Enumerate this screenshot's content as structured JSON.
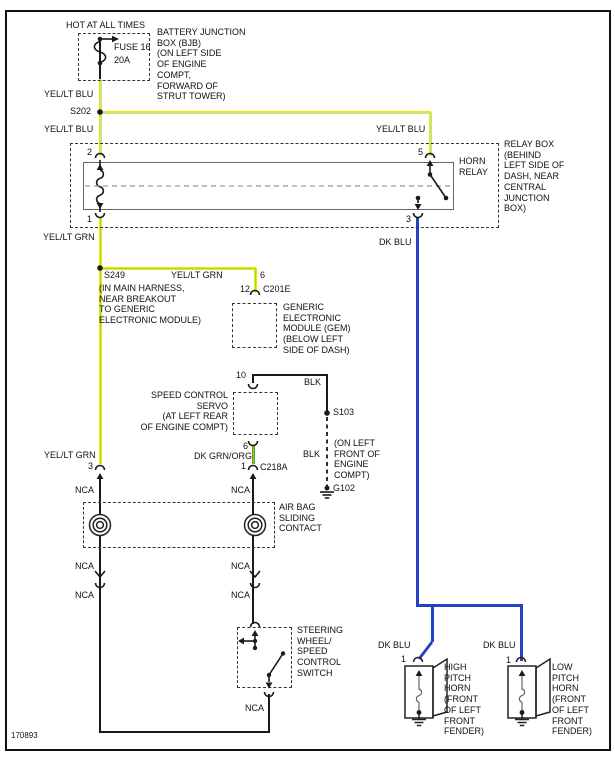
{
  "diagram_id": "170893",
  "colors": {
    "yellow": "#eee800",
    "lt_blu": "#9fe4ef",
    "lt_grn": "#9ade4a",
    "dk_grn": "#35b535",
    "orange": "#f59a00",
    "dk_blu": "#2443c4",
    "black": "#1a1a1a"
  },
  "wires": {
    "yel_lt_blu": "YEL/LT BLU",
    "yel_lt_grn": "YEL/LT GRN",
    "dk_grn_org": "DK GRN/ORG",
    "dk_blu": "DK BLU",
    "blk": "BLK",
    "nca": "NCA"
  },
  "splices": {
    "s202": "S202",
    "s249": "S249",
    "s103": "S103",
    "g102": "G102"
  },
  "connectors": {
    "c201e": "C201E",
    "c218a": "C218A"
  },
  "pins": {
    "relay_coil_top": "2",
    "relay_coil_bottom": "1",
    "relay_sw_top": "5",
    "relay_sw_bottom": "3",
    "gem_branch": "6",
    "gem": "12",
    "servo_top": "10",
    "servo_bottom": "6",
    "c218a_pin": "1",
    "airbag_left": "3",
    "high_horn": "1",
    "low_horn": "1"
  },
  "power": {
    "header": "HOT AT ALL TIMES",
    "fuse_name": "FUSE 16",
    "fuse_rating": "20A",
    "bjb_note": "BATTERY JUNCTION\nBOX (BJB)\n(ON LEFT SIDE\nOF ENGINE\nCOMPT,\nFORWARD OF\nSTRUT TOWER)"
  },
  "components": {
    "relay_box_note": "RELAY BOX\n(BEHIND\nLEFT SIDE OF\nDASH, NEAR\nCENTRAL\nJUNCTION\nBOX)",
    "horn_relay": "HORN\nRELAY",
    "s249_note": "(IN MAIN HARNESS,\nNEAR BREAKOUT\nTO GENERIC\nELECTRONIC MODULE)",
    "gem_note": "GENERIC\nELECTRONIC\nMODULE (GEM)\n(BELOW LEFT\nSIDE OF DASH)",
    "servo_note": "SPEED CONTROL\nSERVO\n(AT LEFT REAR\nOF ENGINE COMPT)",
    "g102_note": "(ON LEFT\nFRONT OF\nENGINE\nCOMPT)",
    "airbag_note": "AIR BAG\nSLIDING\nCONTACT",
    "switch_note": "STEERING\nWHEEL/\nSPEED\nCONTROL\nSWITCH",
    "high_horn_note": "HIGH\nPITCH\nHORN\n(FRONT\nOF LEFT\nFRONT\nFENDER)",
    "low_horn_note": "LOW\nPITCH\nHORN\n(FRONT\nOF LEFT\nFRONT\nFENDER)"
  }
}
